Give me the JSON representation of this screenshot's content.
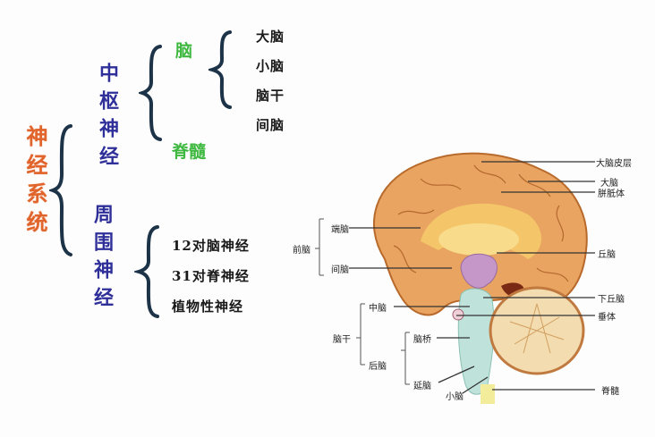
{
  "tree": {
    "root": "神经系统",
    "central": {
      "label": "中枢神经",
      "children": {
        "brain": {
          "label": "脑",
          "parts": [
            "大脑",
            "小脑",
            "脑干",
            "间脑"
          ]
        },
        "spinal_cord": {
          "label": "脊髓"
        }
      }
    },
    "peripheral": {
      "label": "周围神经",
      "children": [
        "12对脑神经",
        "31对脊神经",
        "植物性神经"
      ]
    }
  },
  "illustration": {
    "right_labels": [
      "大脑皮层",
      "大脑",
      "胼胝体",
      "丘脑",
      "下丘脑",
      "垂体",
      "脊髓"
    ],
    "left_labels": {
      "forebrain": "前脑",
      "forebrain_parts": [
        "端脑",
        "间脑"
      ],
      "brainstem": "脑干",
      "midbrain": "中脑",
      "hindbrain": "后脑",
      "hindbrain_parts": [
        "脑桥",
        "延脑"
      ],
      "cerebellum": "小脑"
    }
  },
  "colors": {
    "root": "#e0642c",
    "level1": "#2f2f9a",
    "level2": "#3fb840",
    "brace": "#1d3348",
    "cortex": "#e8a460",
    "thalamus": "#c596c8",
    "brainstem": "#bfe3da",
    "cerebellum": "#f3dcb0"
  }
}
